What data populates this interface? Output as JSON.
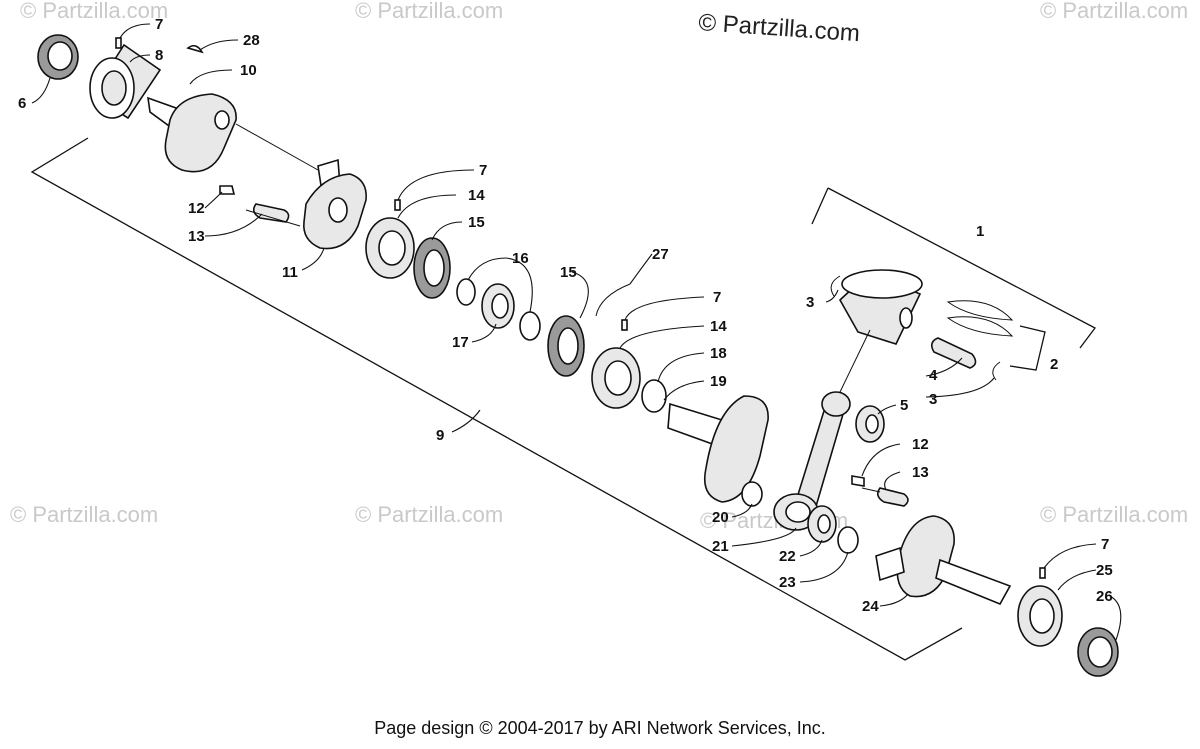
{
  "watermark": {
    "top_text": "© Partzilla.com",
    "faint_text": "© Partzilla.com"
  },
  "footer": {
    "text": "Page design © 2004-2017 by ARI Network Services, Inc."
  },
  "callouts": {
    "c1": "1",
    "c2": "2",
    "c3a": "3",
    "c3b": "3",
    "c4": "4",
    "c5": "5",
    "c6a": "6",
    "c7a": "7",
    "c7b": "7",
    "c7c": "7",
    "c7d": "7",
    "c8": "8",
    "c9": "9",
    "c10": "10",
    "c11": "11",
    "c12a": "12",
    "c12b": "12",
    "c13a": "13",
    "c13b": "13",
    "c14a": "14",
    "c14b": "14",
    "c15a": "15",
    "c15b": "15",
    "c16": "16",
    "c17": "17",
    "c18": "18",
    "c19": "19",
    "c20": "20",
    "c21": "21",
    "c22": "22",
    "c23": "23",
    "c24": "24",
    "c25": "25",
    "c26": "26",
    "c27": "27",
    "c28": "28"
  }
}
